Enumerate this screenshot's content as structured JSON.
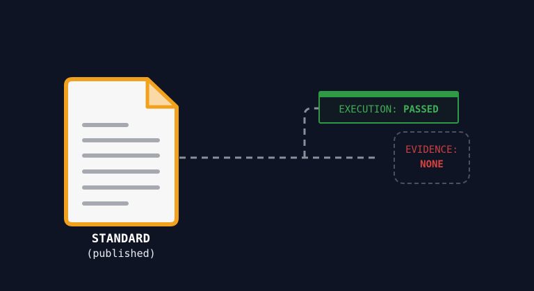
{
  "document": {
    "title": "STANDARD",
    "subtitle": "(published)"
  },
  "execution": {
    "label": "EXECUTION:",
    "value": "PASSED"
  },
  "evidence": {
    "label": "EVIDENCE:",
    "value": "NONE"
  },
  "colors": {
    "background": "#0f1424",
    "document_border": "#f0a21e",
    "execution_status": "#3fae57",
    "evidence_status": "#d8433f",
    "connector": "#8b8f99"
  }
}
